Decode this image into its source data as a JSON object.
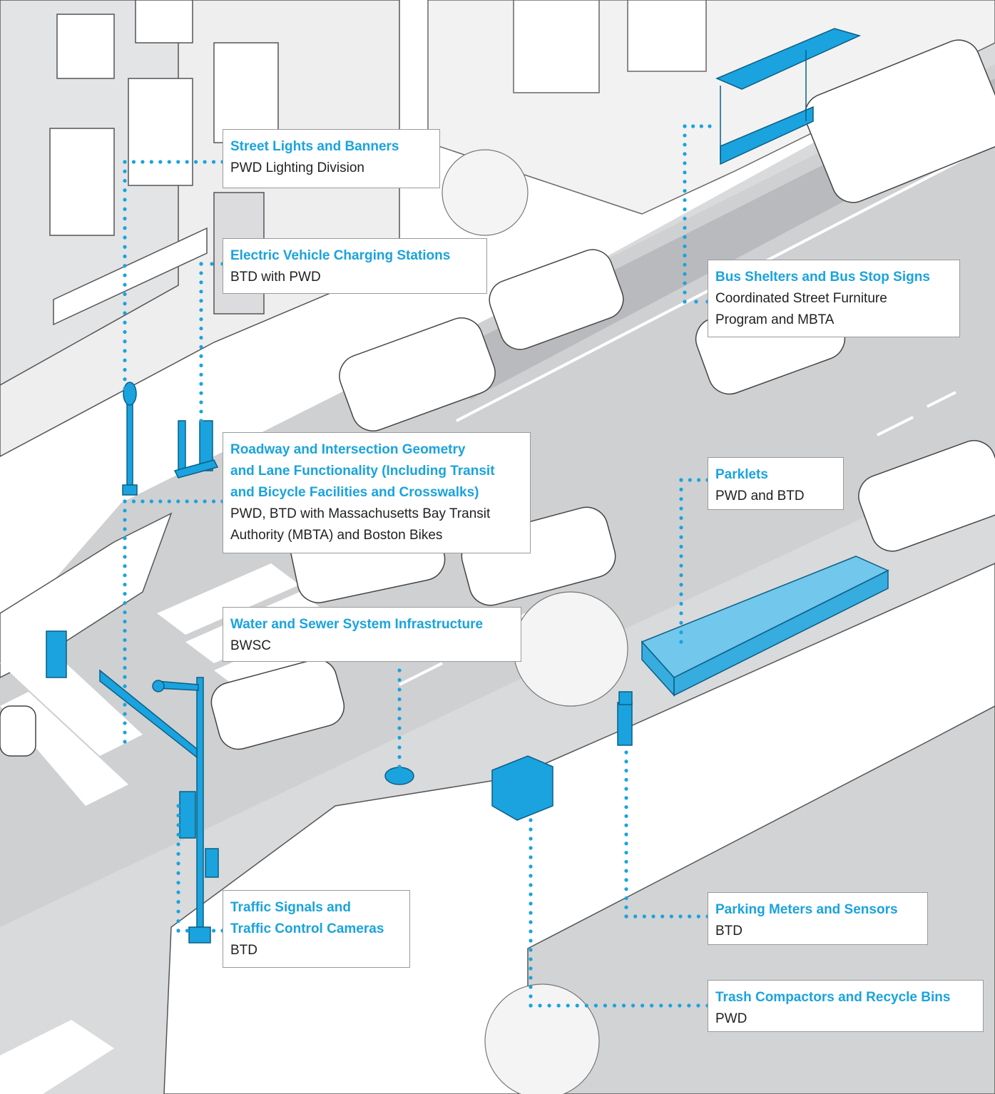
{
  "accent_color": "#1aa3de",
  "callouts": [
    {
      "id": "street-lights",
      "title_lines": [
        "Street Lights and Banners"
      ],
      "detail_lines": [
        "PWD Lighting Division"
      ]
    },
    {
      "id": "ev-charging",
      "title_lines": [
        "Electric Vehicle Charging Stations"
      ],
      "detail_lines": [
        "BTD with PWD"
      ]
    },
    {
      "id": "bus-shelters",
      "title_lines": [
        "Bus Shelters and Bus Stop Signs"
      ],
      "detail_lines": [
        "Coordinated Street Furniture",
        "Program and MBTA"
      ]
    },
    {
      "id": "roadway",
      "title_lines": [
        "Roadway and Intersection Geometry",
        "and Lane Functionality (Including Transit",
        "and Bicycle Facilities and Crosswalks)"
      ],
      "detail_lines": [
        "PWD, BTD with Massachusetts Bay Transit",
        "Authority (MBTA) and Boston Bikes"
      ]
    },
    {
      "id": "parklets",
      "title_lines": [
        "Parklets"
      ],
      "detail_lines": [
        "PWD and BTD"
      ]
    },
    {
      "id": "water-sewer",
      "title_lines": [
        "Water and Sewer System Infrastructure"
      ],
      "detail_lines": [
        "BWSC"
      ]
    },
    {
      "id": "traffic-signals",
      "title_lines": [
        "Traffic Signals and",
        "Traffic Control Cameras"
      ],
      "detail_lines": [
        "BTD"
      ]
    },
    {
      "id": "parking-meters",
      "title_lines": [
        "Parking Meters and Sensors"
      ],
      "detail_lines": [
        "BTD"
      ]
    },
    {
      "id": "trash",
      "title_lines": [
        "Trash Compactors and Recycle Bins"
      ],
      "detail_lines": [
        "PWD"
      ]
    }
  ]
}
